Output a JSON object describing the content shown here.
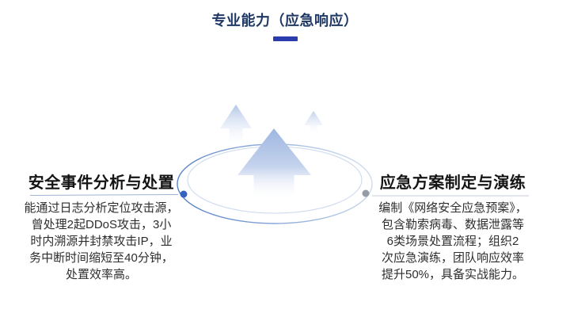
{
  "slide": {
    "title": "专业能力（应急响应）",
    "colors": {
      "title_text": "#1F3864",
      "accent_bar": "#2B3CAD",
      "heading_text": "#141414",
      "body_text": "#2E2E2E",
      "arrow_blue": "#9CB5E0",
      "orbit_blue": "#4F7BC4",
      "orbit_light": "#C9D7EC",
      "dot_blue": "#3563C2",
      "dot_gray": "#959CA6"
    }
  },
  "left_card": {
    "heading": "安全事件分析与处置",
    "body": "能通过日志分析定位攻击源，\n曾处理2起DDoS攻击，3小\n时内溯源并封禁攻击IP，业\n务中断时间缩短至40分钟，\n处置效率高。"
  },
  "right_card": {
    "heading": "应急方案制定与演练",
    "body": "编制《网络安全应急预案》，\n包含勒索病毒、数据泄露等\n6类场景处置流程；组织2\n次应急演练，团队响应效率\n提升50%，具备实战能力。"
  },
  "graphic": {
    "icon": "upward-arrows-orbit"
  }
}
